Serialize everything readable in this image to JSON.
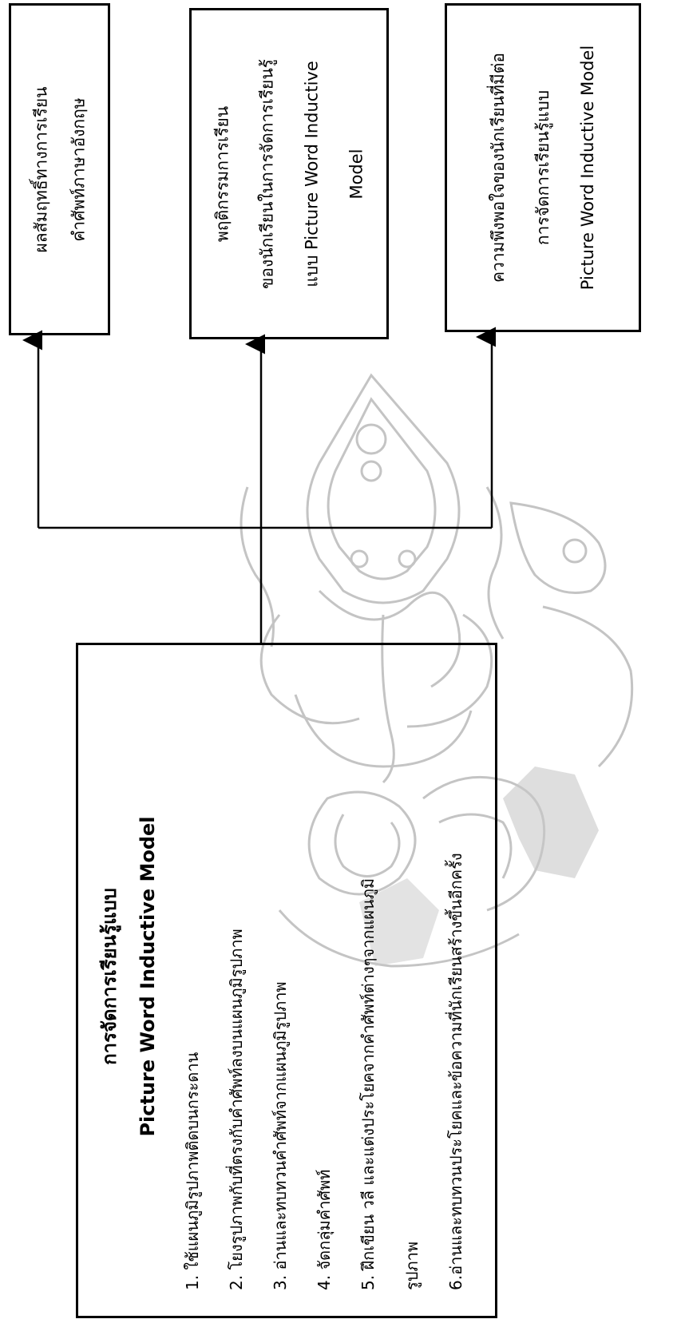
{
  "boxes": {
    "outcome": {
      "lines": [
        "ผลสัมฤทธิ์ทางการเรียน",
        "คำศัพท์ภาษาอังกฤษ"
      ]
    },
    "behavior": {
      "lines": [
        "พฤติกรรมการเรียน",
        "ของนักเรียนในการจัดการเรียนรู้",
        "แบบ Picture Word Inductive",
        "Model"
      ]
    },
    "satisfaction": {
      "lines": [
        "ความพึงพอใจของนักเรียนที่มีต่อ",
        "การจัดการเรียนรู้แบบ",
        "Picture Word Inductive Model"
      ]
    },
    "model": {
      "title_line1": "การจัดการเรียนรู้แบบ",
      "title_line2": "Picture Word Inductive Model",
      "steps": [
        "1. ใช้แผนภูมิรูปภาพติดบนกระดาน",
        "2. โยงรูปภาพกับที่ตรงกับคำศัพท์ลงบนแผนภูมิรูปภาพ",
        "3. อ่านและทบทวนคำศัพท์จากแผนภูมิรูปภาพ",
        "4. จัดกลุ่มคำศัพท์",
        "5. ฝึกเขียน วลี และแต่งประโยคจากคำศัพท์ต่างๆจากแผนภูมิ",
        "รูปภาพ",
        "6.อ่านและทบทวนประโยคและข้อความที่นักเรียนสร้างขึ้นอีกครั้ง"
      ]
    }
  },
  "colors": {
    "stroke": "#000000",
    "seal": "#bdbdbd"
  }
}
